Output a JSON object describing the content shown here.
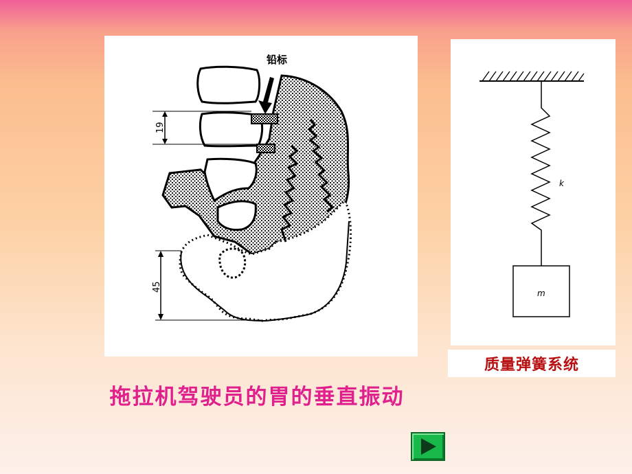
{
  "stomach_figure": {
    "lead_marker_label": "铅标",
    "dimension_top": "19",
    "dimension_bottom": "45"
  },
  "spring_figure": {
    "spring_label": "k",
    "mass_label": "m",
    "caption": "质量弹簧系统"
  },
  "main_caption": "拖拉机驾驶员的胃的垂直振动",
  "nav": {
    "next_icon": "play-triangle-icon"
  },
  "colors": {
    "main_caption": "#e0208c",
    "spring_caption": "#b81010",
    "next_button": "#18b84a"
  }
}
